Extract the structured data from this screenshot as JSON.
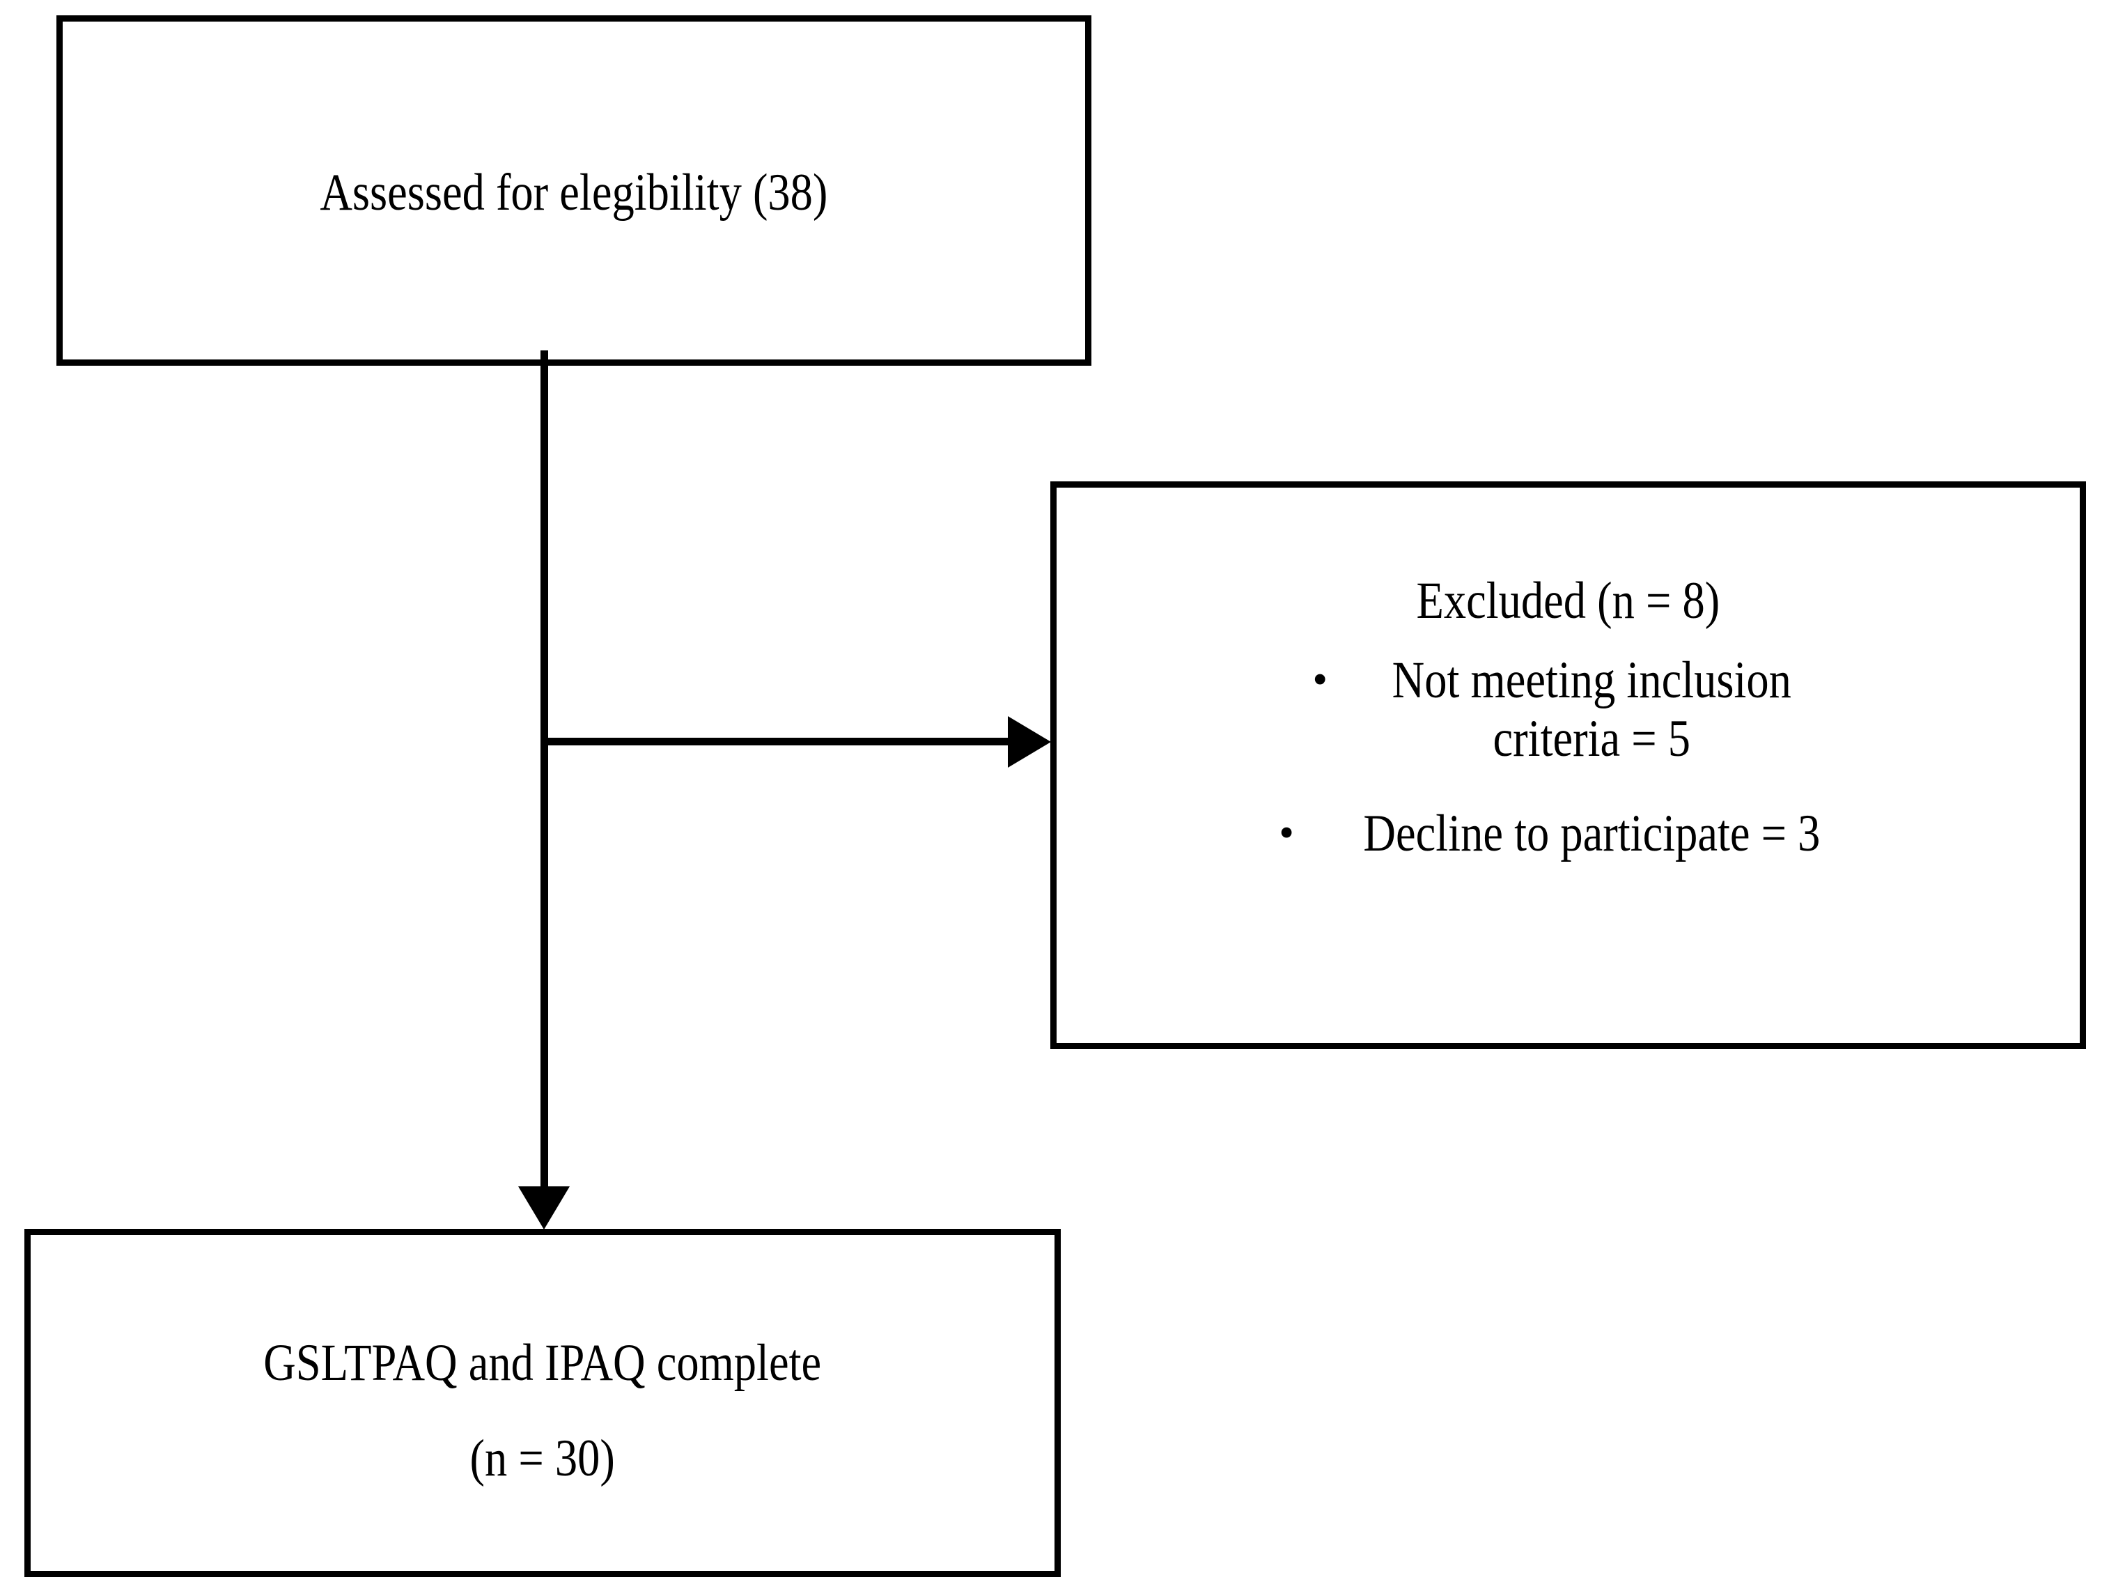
{
  "diagram": {
    "type": "study-flow-chart",
    "colors": {
      "stroke": "#000000",
      "background": "#ffffff",
      "text": "#000000"
    },
    "nodes": {
      "eligibility": {
        "label": "Assessed for elegibility (38)",
        "assessed_count": 38
      },
      "excluded": {
        "title": "Excluded (n = 8)",
        "total": 8,
        "reasons": [
          {
            "bullet": "•",
            "label": "Not meeting inclusion\ncriteria = 5",
            "count": 5
          },
          {
            "bullet": "•",
            "label": "Decline to participate = 3",
            "count": 3
          }
        ]
      },
      "complete": {
        "line1": "GSLTPAQ and IPAQ complete",
        "line2": "(n = 30)",
        "count": 30
      }
    },
    "connectors": {
      "vertical": "eligibility-to-complete",
      "horizontal": "eligibility-to-excluded"
    }
  }
}
